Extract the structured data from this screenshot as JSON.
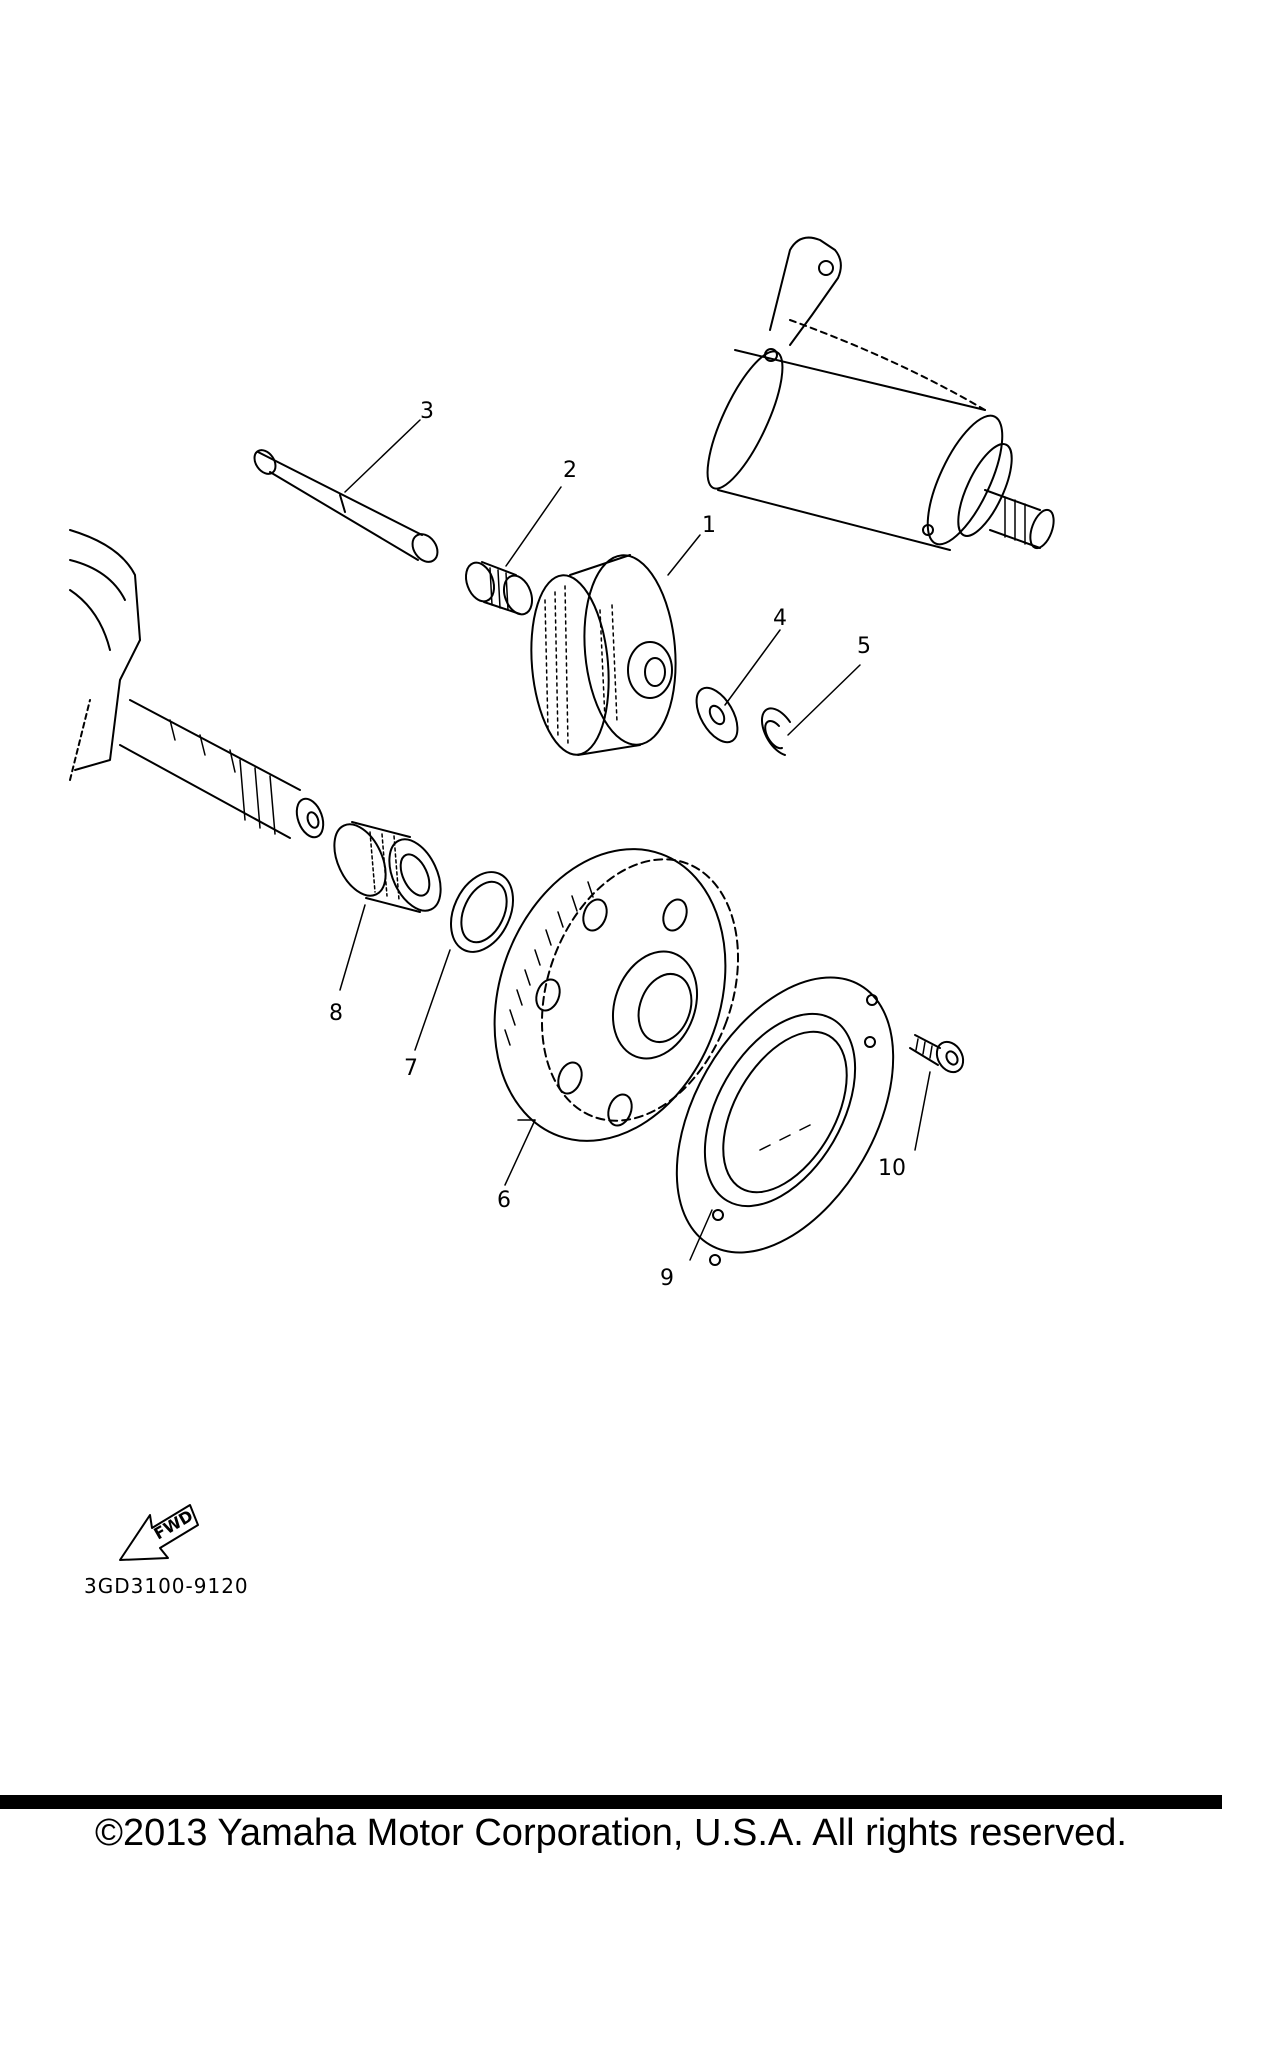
{
  "diagram": {
    "callouts": {
      "p1": "1",
      "p2": "2",
      "p3": "3",
      "p4": "4",
      "p5": "5",
      "p6": "6",
      "p7": "7",
      "p8": "8",
      "p9": "9",
      "p10": "10"
    },
    "fwd_label": "FWD",
    "part_code": "3GD3100-9120"
  },
  "footer": {
    "copyright": "©2013 Yamaha Motor Corporation, U.S.A. All rights reserved."
  },
  "colors": {
    "ink": "#000000",
    "paper": "#ffffff"
  }
}
